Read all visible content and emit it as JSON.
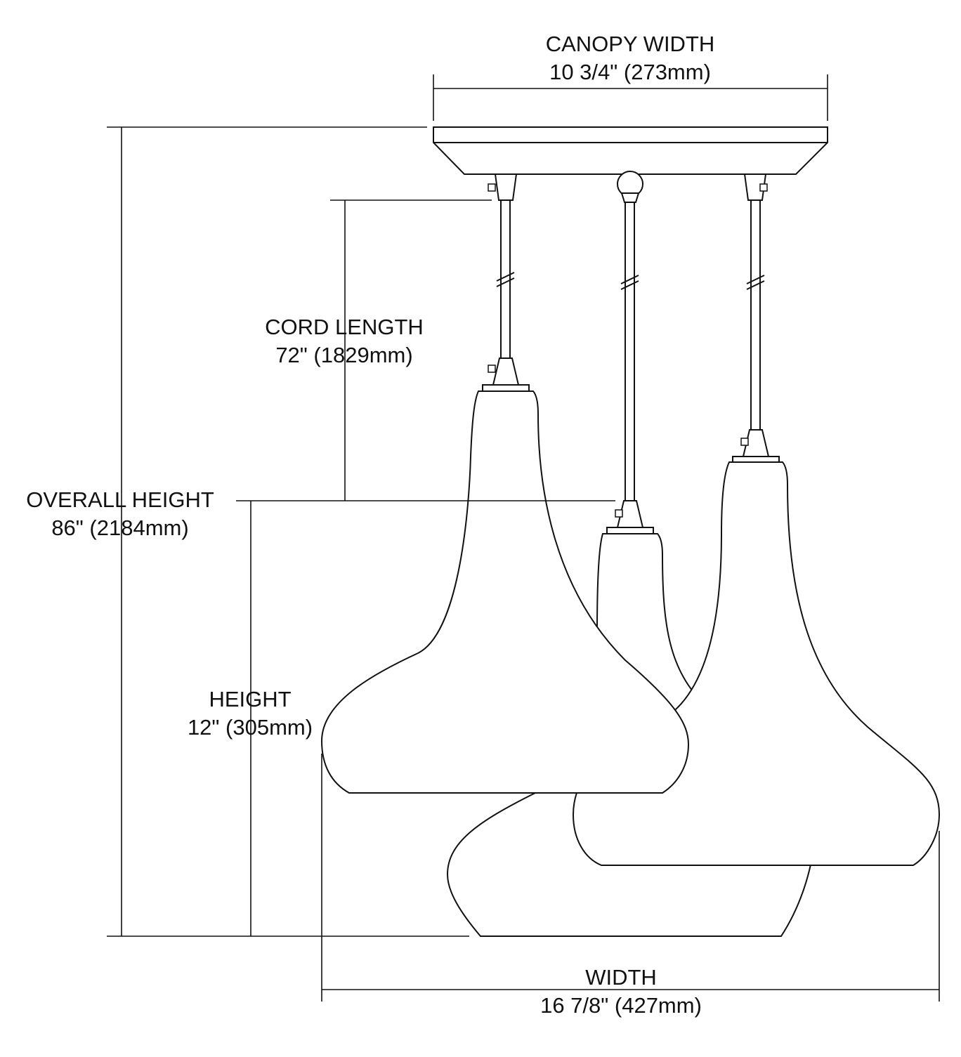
{
  "canopy_width": {
    "label": "CANOPY WIDTH",
    "value": "10 3/4\" (273mm)"
  },
  "cord_length": {
    "label": "CORD LENGTH",
    "value": "72\" (1829mm)"
  },
  "overall_height": {
    "label": "OVERALL HEIGHT",
    "value": "86\" (2184mm)"
  },
  "height": {
    "label": "HEIGHT",
    "value": "12\" (305mm)"
  },
  "width": {
    "label": "WIDTH",
    "value": "16 7/8\" (427mm)"
  }
}
